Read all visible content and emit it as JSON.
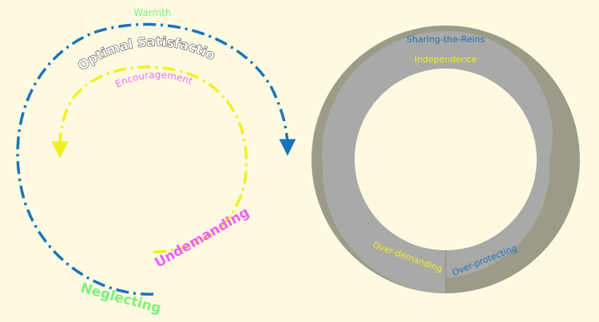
{
  "left_diagram": {
    "label_warmth": "Warmth",
    "label_optimal": "Optimal Satisfaction",
    "label_encouragement": "Encouragement",
    "label_undemanding": "Undemanding",
    "label_neglecting": "Neglecting"
  },
  "right_diagram": {
    "label_sharing": "Sharing-the-Reins",
    "label_independence": "Independence",
    "label_overdemanding": "Over-demanding",
    "label_overprotecting": "Over-protecting"
  },
  "colors": {
    "background": "#fefae2",
    "blue": "#1a74bb",
    "yellow": "#f3ef1e",
    "green_text": "#7cf27a",
    "pink_text": "#ea6ef0",
    "magenta_text": "#f25ef5",
    "ring_outer": "#9b9b87",
    "ring_inner": "#a9a9a8"
  }
}
